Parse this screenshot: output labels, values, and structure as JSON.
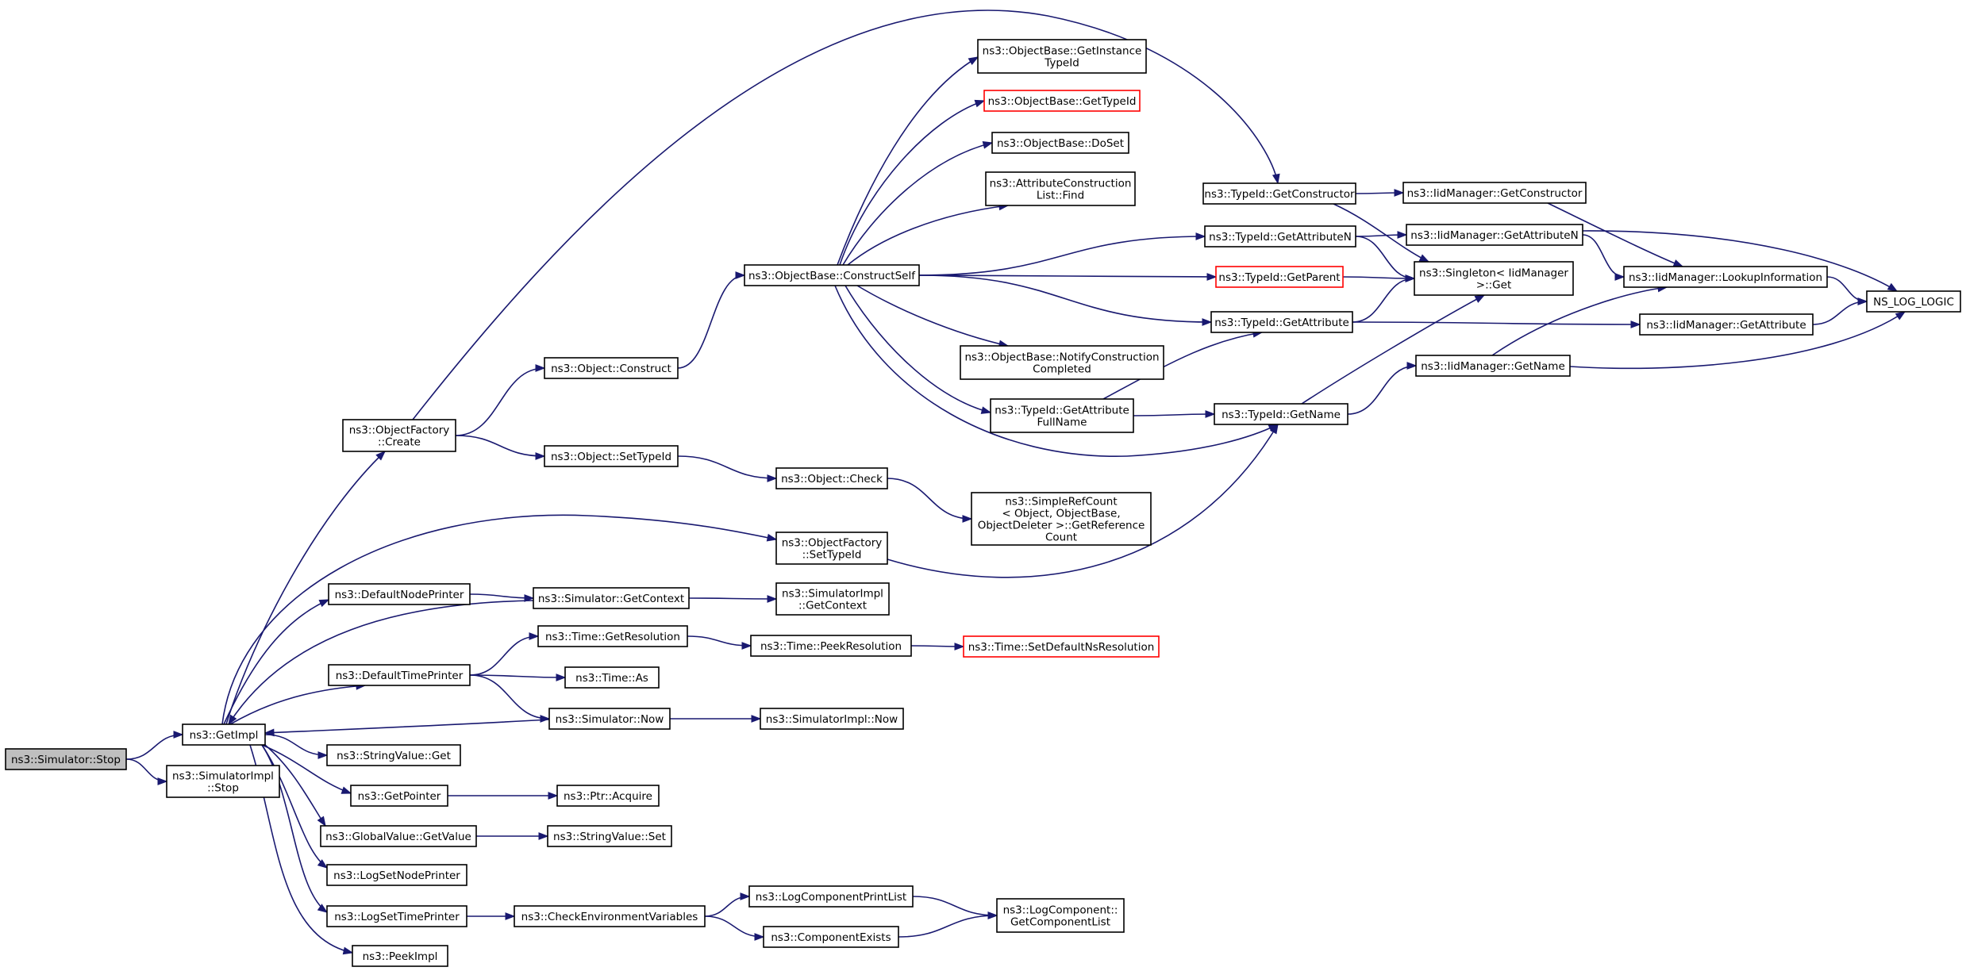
{
  "diagram": {
    "title": "",
    "colors": {
      "edge": "#191970",
      "node_border": "#000000",
      "node_border_missing": "#ff0000",
      "root_fill": "#bfbfbf",
      "node_fill": "#ffffff"
    },
    "nodes": [
      {
        "id": "stop",
        "lines": [
          "ns3::Simulator::Stop"
        ],
        "root": true
      },
      {
        "id": "getimpl",
        "lines": [
          "ns3::GetImpl"
        ]
      },
      {
        "id": "simimplstop",
        "lines": [
          "ns3::SimulatorImpl",
          "::Stop"
        ]
      },
      {
        "id": "objfactorycreate",
        "lines": [
          "ns3::ObjectFactory",
          "::Create"
        ]
      },
      {
        "id": "objconstruct",
        "lines": [
          "ns3::Object::Construct"
        ]
      },
      {
        "id": "objsettypeid",
        "lines": [
          "ns3::Object::SetTypeId"
        ]
      },
      {
        "id": "constructself",
        "lines": [
          "ns3::ObjectBase::ConstructSelf"
        ]
      },
      {
        "id": "getinstancetypeid",
        "lines": [
          "ns3::ObjectBase::GetInstance",
          "TypeId"
        ]
      },
      {
        "id": "obgettypeid",
        "lines": [
          "ns3::ObjectBase::GetTypeId"
        ],
        "missing": true
      },
      {
        "id": "doset",
        "lines": [
          "ns3::ObjectBase::DoSet"
        ]
      },
      {
        "id": "attrfind",
        "lines": [
          "ns3::AttributeConstruction",
          "List::Find"
        ]
      },
      {
        "id": "notifycompleted",
        "lines": [
          "ns3::ObjectBase::NotifyConstruction",
          "Completed"
        ]
      },
      {
        "id": "getattrfullname",
        "lines": [
          "ns3::TypeId::GetAttribute",
          "FullName"
        ]
      },
      {
        "id": "tgetconstructor",
        "lines": [
          "ns3::TypeId::GetConstructor"
        ]
      },
      {
        "id": "tgetattributen",
        "lines": [
          "ns3::TypeId::GetAttributeN"
        ]
      },
      {
        "id": "tgetparent",
        "lines": [
          "ns3::TypeId::GetParent"
        ],
        "missing": true
      },
      {
        "id": "tgetattribute",
        "lines": [
          "ns3::TypeId::GetAttribute"
        ]
      },
      {
        "id": "tgetname",
        "lines": [
          "ns3::TypeId::GetName"
        ]
      },
      {
        "id": "iidgetconstructor",
        "lines": [
          "ns3::IidManager::GetConstructor"
        ]
      },
      {
        "id": "iidgetattributen",
        "lines": [
          "ns3::IidManager::GetAttributeN"
        ]
      },
      {
        "id": "singletonget",
        "lines": [
          "ns3::Singleton< IidManager",
          ">::Get"
        ]
      },
      {
        "id": "iidlookup",
        "lines": [
          "ns3::IidManager::LookupInformation"
        ]
      },
      {
        "id": "iidgetattribute",
        "lines": [
          "ns3::IidManager::GetAttribute"
        ]
      },
      {
        "id": "iidgetname",
        "lines": [
          "ns3::IidManager::GetName"
        ]
      },
      {
        "id": "nslog",
        "lines": [
          "NS_LOG_LOGIC"
        ]
      },
      {
        "id": "objcheck",
        "lines": [
          "ns3::Object::Check"
        ]
      },
      {
        "id": "refcount",
        "lines": [
          "ns3::SimpleRefCount",
          "< Object, ObjectBase,",
          "ObjectDeleter >::GetReference",
          "Count"
        ]
      },
      {
        "id": "ofsettypeid",
        "lines": [
          "ns3::ObjectFactory",
          "::SetTypeId"
        ]
      },
      {
        "id": "defaultnodeprinter",
        "lines": [
          "ns3::DefaultNodePrinter"
        ]
      },
      {
        "id": "simgetcontext",
        "lines": [
          "ns3::Simulator::GetContext"
        ]
      },
      {
        "id": "simimplgetcontext",
        "lines": [
          "ns3::SimulatorImpl",
          "::GetContext"
        ]
      },
      {
        "id": "timegetres",
        "lines": [
          "ns3::Time::GetResolution"
        ]
      },
      {
        "id": "timepeekres",
        "lines": [
          "ns3::Time::PeekResolution"
        ]
      },
      {
        "id": "timesetdefault",
        "lines": [
          "ns3::Time::SetDefaultNsResolution"
        ],
        "missing": true
      },
      {
        "id": "defaulttimeprinter",
        "lines": [
          "ns3::DefaultTimePrinter"
        ]
      },
      {
        "id": "timeas",
        "lines": [
          "ns3::Time::As"
        ]
      },
      {
        "id": "simnow",
        "lines": [
          "ns3::Simulator::Now"
        ]
      },
      {
        "id": "simimplnow",
        "lines": [
          "ns3::SimulatorImpl::Now"
        ]
      },
      {
        "id": "stringvalueget",
        "lines": [
          "ns3::StringValue::Get"
        ]
      },
      {
        "id": "getpointer",
        "lines": [
          "ns3::GetPointer"
        ]
      },
      {
        "id": "ptracquire",
        "lines": [
          "ns3::Ptr::Acquire"
        ]
      },
      {
        "id": "globalgetvalue",
        "lines": [
          "ns3::GlobalValue::GetValue"
        ]
      },
      {
        "id": "stringvalueset",
        "lines": [
          "ns3::StringValue::Set"
        ]
      },
      {
        "id": "logsetnodeprinter",
        "lines": [
          "ns3::LogSetNodePrinter"
        ]
      },
      {
        "id": "logsettimeprinter",
        "lines": [
          "ns3::LogSetTimePrinter"
        ]
      },
      {
        "id": "checkenv",
        "lines": [
          "ns3::CheckEnvironmentVariables"
        ]
      },
      {
        "id": "logcompprintlist",
        "lines": [
          "ns3::LogComponentPrintList"
        ]
      },
      {
        "id": "compexists",
        "lines": [
          "ns3::ComponentExists"
        ]
      },
      {
        "id": "getcomplist",
        "lines": [
          "ns3::LogComponent::",
          "GetComponentList"
        ]
      },
      {
        "id": "peekimpl",
        "lines": [
          "ns3::PeekImpl"
        ]
      }
    ],
    "edges": [
      [
        "stop",
        "getimpl"
      ],
      [
        "stop",
        "simimplstop"
      ],
      [
        "getimpl",
        "objfactorycreate"
      ],
      [
        "getimpl",
        "ofsettypeid"
      ],
      [
        "getimpl",
        "defaultnodeprinter"
      ],
      [
        "getimpl",
        "defaulttimeprinter"
      ],
      [
        "getimpl",
        "stringvalueget"
      ],
      [
        "getimpl",
        "getpointer"
      ],
      [
        "getimpl",
        "globalgetvalue"
      ],
      [
        "getimpl",
        "logsetnodeprinter"
      ],
      [
        "getimpl",
        "logsettimeprinter"
      ],
      [
        "getimpl",
        "peekimpl"
      ],
      [
        "objfactorycreate",
        "objconstruct"
      ],
      [
        "objfactorycreate",
        "objsettypeid"
      ],
      [
        "objfactorycreate",
        "tgetconstructor"
      ],
      [
        "objconstruct",
        "constructself"
      ],
      [
        "objsettypeid",
        "objcheck"
      ],
      [
        "objcheck",
        "refcount"
      ],
      [
        "constructself",
        "getinstancetypeid"
      ],
      [
        "constructself",
        "obgettypeid"
      ],
      [
        "constructself",
        "doset"
      ],
      [
        "constructself",
        "attrfind"
      ],
      [
        "constructself",
        "notifycompleted"
      ],
      [
        "constructself",
        "getattrfullname"
      ],
      [
        "constructself",
        "tgetattributen"
      ],
      [
        "constructself",
        "tgetparent"
      ],
      [
        "constructself",
        "tgetattribute"
      ],
      [
        "constructself",
        "tgetname"
      ],
      [
        "getattrfullname",
        "tgetattribute"
      ],
      [
        "getattrfullname",
        "tgetname"
      ],
      [
        "tgetconstructor",
        "iidgetconstructor"
      ],
      [
        "tgetconstructor",
        "singletonget"
      ],
      [
        "tgetattributen",
        "iidgetattributen"
      ],
      [
        "tgetattributen",
        "singletonget"
      ],
      [
        "tgetparent",
        "singletonget"
      ],
      [
        "tgetattribute",
        "singletonget"
      ],
      [
        "tgetattribute",
        "iidgetattribute"
      ],
      [
        "tgetname",
        "singletonget"
      ],
      [
        "tgetname",
        "iidgetname"
      ],
      [
        "iidgetconstructor",
        "iidlookup"
      ],
      [
        "iidgetattributen",
        "iidlookup"
      ],
      [
        "iidgetattributen",
        "nslog"
      ],
      [
        "iidgetattribute",
        "nslog"
      ],
      [
        "iidgetname",
        "iidlookup"
      ],
      [
        "iidgetname",
        "nslog"
      ],
      [
        "iidlookup",
        "nslog"
      ],
      [
        "ofsettypeid",
        "tgetname"
      ],
      [
        "defaultnodeprinter",
        "simgetcontext"
      ],
      [
        "simgetcontext",
        "simimplgetcontext"
      ],
      [
        "simgetcontext",
        "getimpl"
      ],
      [
        "defaulttimeprinter",
        "timegetres"
      ],
      [
        "defaulttimeprinter",
        "timeas"
      ],
      [
        "defaulttimeprinter",
        "simnow"
      ],
      [
        "timegetres",
        "timepeekres"
      ],
      [
        "timepeekres",
        "timesetdefault"
      ],
      [
        "simnow",
        "simimplnow"
      ],
      [
        "simnow",
        "getimpl"
      ],
      [
        "getpointer",
        "ptracquire"
      ],
      [
        "globalgetvalue",
        "stringvalueset"
      ],
      [
        "logsettimeprinter",
        "checkenv"
      ],
      [
        "checkenv",
        "logcompprintlist"
      ],
      [
        "checkenv",
        "compexists"
      ],
      [
        "logcompprintlist",
        "getcomplist"
      ],
      [
        "compexists",
        "getcomplist"
      ]
    ]
  }
}
